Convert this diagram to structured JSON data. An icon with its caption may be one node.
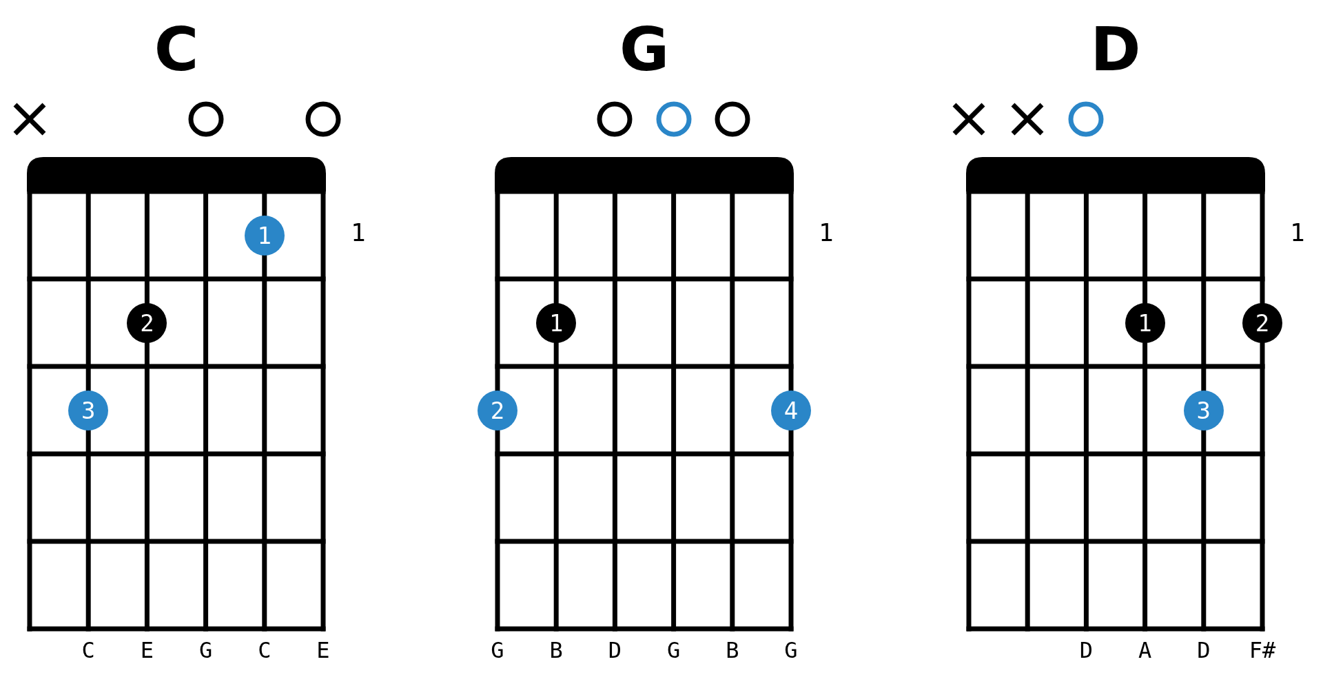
{
  "diagram": {
    "nodes": [
      {
        "text": [
          "C"
        ],
        "beside": [
          "1"
        ]
      },
      {
        "text": [
          "1"
        ],
        "in": 0
      },
      {
        "text": [
          "2"
        ],
        "in": 0
      },
      {
        "text": [
          "3"
        ],
        "in": 0
      },
      {
        "text": [
          "G"
        ],
        "beside": [
          "1"
        ]
      },
      {
        "text": [
          "1"
        ],
        "in": 4
      },
      {
        "text": [
          "2"
        ],
        "in": 4
      },
      {
        "text": [
          "4"
        ],
        "in": 4
      },
      {
        "text": [
          "D"
        ],
        "beside": [
          "1"
        ]
      },
      {
        "text": [
          "1"
        ],
        "in": 8
      },
      {
        "text": [
          "2"
        ],
        "in": 8
      },
      {
        "text": [
          "3"
        ],
        "in": 8
      }
    ],
    "labels": [
      "C",
      "E",
      "G",
      "C",
      "E",
      "G",
      "B",
      "D",
      "G",
      "B",
      "G",
      "D",
      "A",
      "D",
      "F#"
    ]
  }
}
